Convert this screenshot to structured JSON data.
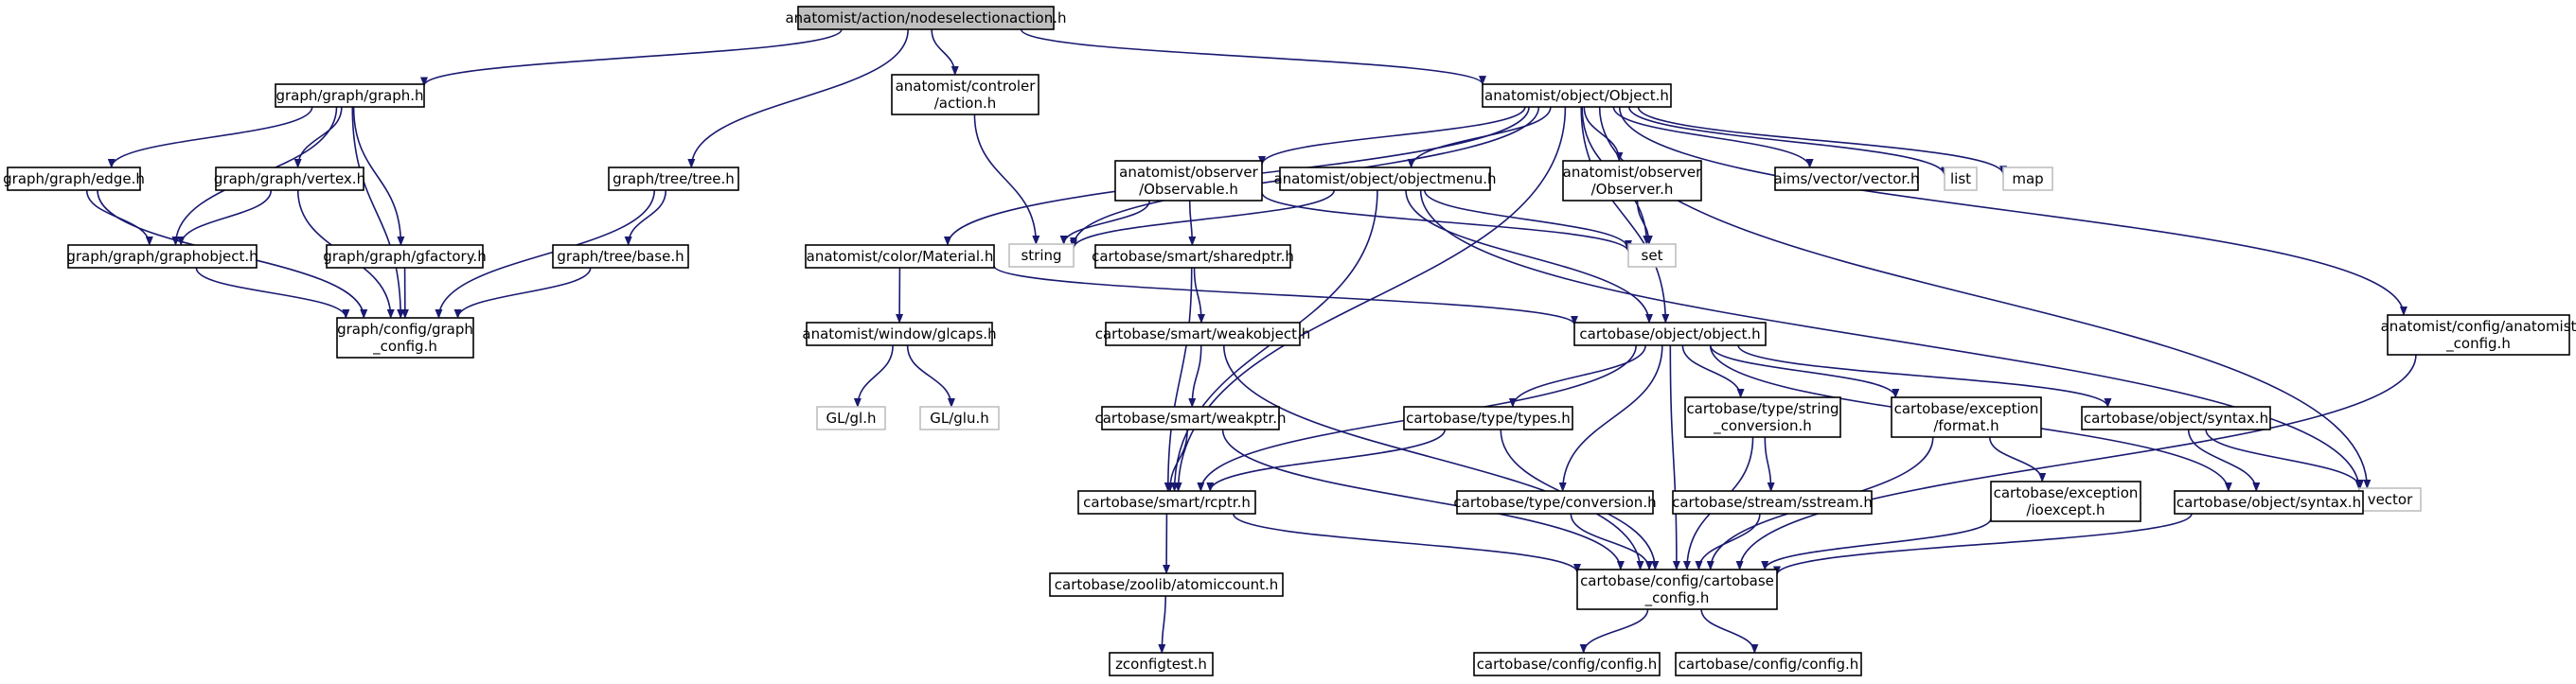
{
  "colors": {
    "edge": "#191970",
    "node_border": "#000000",
    "node_border_external": "#bfbfbf",
    "root_fill": "#bfbfbf",
    "text": "#000000",
    "text_external": "#000000"
  },
  "nodes": [
    {
      "id": "root",
      "lines": [
        "anatomist/action/nodeselectionaction.h"
      ]
    },
    {
      "id": "graph_h",
      "lines": [
        "graph/graph/graph.h"
      ]
    },
    {
      "id": "controler_action",
      "lines": [
        "anatomist/controler",
        "/action.h"
      ]
    },
    {
      "id": "object_h",
      "lines": [
        "anatomist/object/Object.h"
      ]
    },
    {
      "id": "edge_h",
      "lines": [
        "graph/graph/edge.h"
      ]
    },
    {
      "id": "vertex_h",
      "lines": [
        "graph/graph/vertex.h"
      ]
    },
    {
      "id": "tree_h",
      "lines": [
        "graph/tree/tree.h"
      ]
    },
    {
      "id": "graphobject_h",
      "lines": [
        "graph/graph/graphobject.h"
      ]
    },
    {
      "id": "gfactory_h",
      "lines": [
        "graph/graph/gfactory.h"
      ]
    },
    {
      "id": "tree_base_h",
      "lines": [
        "graph/tree/base.h"
      ]
    },
    {
      "id": "graph_config_h",
      "lines": [
        "graph/config/graph",
        "_config.h"
      ]
    },
    {
      "id": "observable_h",
      "lines": [
        "anatomist/observer",
        "/Observable.h"
      ]
    },
    {
      "id": "objectmenu_h",
      "lines": [
        "anatomist/object/objectmenu.h"
      ]
    },
    {
      "id": "observer_h",
      "lines": [
        "anatomist/observer",
        "/Observer.h"
      ]
    },
    {
      "id": "aims_vector_h",
      "lines": [
        "aims/vector/vector.h"
      ]
    },
    {
      "id": "list",
      "lines": [
        "list"
      ]
    },
    {
      "id": "map",
      "lines": [
        "map"
      ]
    },
    {
      "id": "string",
      "lines": [
        "string"
      ]
    },
    {
      "id": "set",
      "lines": [
        "set"
      ]
    },
    {
      "id": "sharedptr_h",
      "lines": [
        "cartobase/smart/sharedptr.h"
      ]
    },
    {
      "id": "material_h",
      "lines": [
        "anatomist/color/Material.h"
      ]
    },
    {
      "id": "cb_object_h",
      "lines": [
        "cartobase/object/object.h"
      ]
    },
    {
      "id": "anatomist_config_h",
      "lines": [
        "anatomist/config/anatomist",
        "_config.h"
      ]
    },
    {
      "id": "glcaps_h",
      "lines": [
        "anatomist/window/glcaps.h"
      ]
    },
    {
      "id": "weakobject_h",
      "lines": [
        "cartobase/smart/weakobject.h"
      ]
    },
    {
      "id": "gl_h",
      "lines": [
        "GL/gl.h"
      ]
    },
    {
      "id": "glu_h",
      "lines": [
        "GL/glu.h"
      ]
    },
    {
      "id": "weakptr_h",
      "lines": [
        "cartobase/smart/weakptr.h"
      ]
    },
    {
      "id": "types_h",
      "lines": [
        "cartobase/type/types.h"
      ]
    },
    {
      "id": "string_conversion_h",
      "lines": [
        "cartobase/type/string",
        "_conversion.h"
      ]
    },
    {
      "id": "exception_format_h",
      "lines": [
        "cartobase/exception",
        "/format.h"
      ]
    },
    {
      "id": "syntax_h_a",
      "lines": [
        "cartobase/object/syntax.h"
      ]
    },
    {
      "id": "vector",
      "lines": [
        "vector"
      ]
    },
    {
      "id": "conversion_h",
      "lines": [
        "cartobase/type/conversion.h"
      ]
    },
    {
      "id": "sstream_h",
      "lines": [
        "cartobase/stream/sstream.h"
      ]
    },
    {
      "id": "ioexcept_h",
      "lines": [
        "cartobase/exception",
        "/ioexcept.h"
      ]
    },
    {
      "id": "syntax_h_b",
      "lines": [
        "cartobase/object/syntax.h"
      ]
    },
    {
      "id": "rcptr_h",
      "lines": [
        "cartobase/smart/rcptr.h"
      ]
    },
    {
      "id": "cartobase_config_h",
      "lines": [
        "cartobase/config/cartobase",
        "_config.h"
      ]
    },
    {
      "id": "atomiccount_h",
      "lines": [
        "cartobase/zoolib/atomiccount.h"
      ]
    },
    {
      "id": "config_h_a",
      "lines": [
        "cartobase/config/config.h"
      ]
    },
    {
      "id": "config_h_b",
      "lines": [
        "cartobase/config/config.h"
      ]
    },
    {
      "id": "zconfigtest_h",
      "lines": [
        "zconfigtest.h"
      ]
    }
  ],
  "edges": [
    [
      "root",
      "graph_h"
    ],
    [
      "root",
      "controler_action"
    ],
    [
      "root",
      "object_h"
    ],
    [
      "root",
      "tree_h"
    ],
    [
      "graph_h",
      "edge_h"
    ],
    [
      "graph_h",
      "vertex_h"
    ],
    [
      "graph_h",
      "graphobject_h"
    ],
    [
      "graph_h",
      "gfactory_h"
    ],
    [
      "graph_h",
      "graph_config_h"
    ],
    [
      "edge_h",
      "graphobject_h"
    ],
    [
      "edge_h",
      "graph_config_h"
    ],
    [
      "vertex_h",
      "graphobject_h"
    ],
    [
      "vertex_h",
      "graph_config_h"
    ],
    [
      "graphobject_h",
      "graph_config_h"
    ],
    [
      "gfactory_h",
      "graph_config_h"
    ],
    [
      "tree_h",
      "tree_base_h"
    ],
    [
      "tree_h",
      "graph_config_h"
    ],
    [
      "tree_base_h",
      "graph_config_h"
    ],
    [
      "controler_action",
      "string"
    ],
    [
      "object_h",
      "observable_h"
    ],
    [
      "object_h",
      "objectmenu_h"
    ],
    [
      "object_h",
      "observer_h"
    ],
    [
      "object_h",
      "aims_vector_h"
    ],
    [
      "object_h",
      "list"
    ],
    [
      "object_h",
      "map"
    ],
    [
      "object_h",
      "string"
    ],
    [
      "object_h",
      "set"
    ],
    [
      "object_h",
      "material_h"
    ],
    [
      "object_h",
      "cb_object_h"
    ],
    [
      "object_h",
      "anatomist_config_h"
    ],
    [
      "object_h",
      "vector"
    ],
    [
      "object_h",
      "rcptr_h"
    ],
    [
      "observable_h",
      "string"
    ],
    [
      "observable_h",
      "set"
    ],
    [
      "observable_h",
      "sharedptr_h"
    ],
    [
      "objectmenu_h",
      "string"
    ],
    [
      "objectmenu_h",
      "set"
    ],
    [
      "objectmenu_h",
      "cb_object_h"
    ],
    [
      "objectmenu_h",
      "vector"
    ],
    [
      "objectmenu_h",
      "rcptr_h"
    ],
    [
      "observer_h",
      "set"
    ],
    [
      "sharedptr_h",
      "weakobject_h"
    ],
    [
      "sharedptr_h",
      "rcptr_h"
    ],
    [
      "material_h",
      "glcaps_h"
    ],
    [
      "material_h",
      "cb_object_h"
    ],
    [
      "glcaps_h",
      "gl_h"
    ],
    [
      "glcaps_h",
      "glu_h"
    ],
    [
      "weakobject_h",
      "weakptr_h"
    ],
    [
      "weakobject_h",
      "cartobase_config_h"
    ],
    [
      "weakptr_h",
      "rcptr_h"
    ],
    [
      "weakptr_h",
      "cartobase_config_h"
    ],
    [
      "cb_object_h",
      "types_h"
    ],
    [
      "cb_object_h",
      "string_conversion_h"
    ],
    [
      "cb_object_h",
      "exception_format_h"
    ],
    [
      "cb_object_h",
      "syntax_h_a"
    ],
    [
      "cb_object_h",
      "syntax_h_b"
    ],
    [
      "cb_object_h",
      "conversion_h"
    ],
    [
      "cb_object_h",
      "rcptr_h"
    ],
    [
      "cb_object_h",
      "cartobase_config_h"
    ],
    [
      "types_h",
      "rcptr_h"
    ],
    [
      "types_h",
      "cartobase_config_h"
    ],
    [
      "string_conversion_h",
      "sstream_h"
    ],
    [
      "string_conversion_h",
      "cartobase_config_h"
    ],
    [
      "exception_format_h",
      "ioexcept_h"
    ],
    [
      "exception_format_h",
      "cartobase_config_h"
    ],
    [
      "syntax_h_a",
      "syntax_h_b"
    ],
    [
      "syntax_h_a",
      "vector"
    ],
    [
      "syntax_h_b",
      "cartobase_config_h"
    ],
    [
      "conversion_h",
      "cartobase_config_h"
    ],
    [
      "sstream_h",
      "cartobase_config_h"
    ],
    [
      "ioexcept_h",
      "cartobase_config_h"
    ],
    [
      "anatomist_config_h",
      "cartobase_config_h"
    ],
    [
      "rcptr_h",
      "atomiccount_h"
    ],
    [
      "rcptr_h",
      "cartobase_config_h"
    ],
    [
      "atomiccount_h",
      "zconfigtest_h"
    ],
    [
      "cartobase_config_h",
      "config_h_a"
    ],
    [
      "cartobase_config_h",
      "config_h_b"
    ]
  ]
}
